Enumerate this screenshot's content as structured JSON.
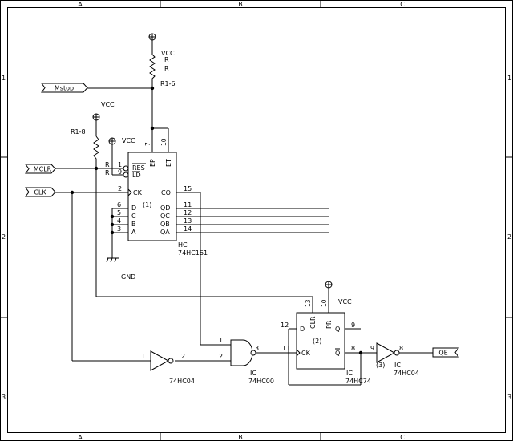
{
  "frame": {
    "columns": [
      "A",
      "B",
      "C"
    ],
    "rows": [
      "1",
      "2",
      "3"
    ]
  },
  "ports": {
    "mstop": "Mstop",
    "mclr": "MCLR",
    "clk": "CLK",
    "qe": "QE"
  },
  "power": {
    "vcc": "VCC",
    "gnd": "GND"
  },
  "resistors": {
    "r16_name": "R1-6",
    "r16_label_a": "R",
    "r16_label_b": "R",
    "r18_name": "R1-8",
    "r_pin_label": "R"
  },
  "counter": {
    "unit": "(1)",
    "ref": "HC",
    "part": "74HC161",
    "pins_left": [
      {
        "num": "1",
        "name": "RES"
      },
      {
        "num": "9",
        "name": "LD"
      },
      {
        "num": "2",
        "name": "CK"
      },
      {
        "num": "6",
        "name": "D"
      },
      {
        "num": "5",
        "name": "C"
      },
      {
        "num": "4",
        "name": "B"
      },
      {
        "num": "3",
        "name": "A"
      }
    ],
    "pins_top": [
      {
        "num": "7",
        "name": "EP"
      },
      {
        "num": "10",
        "name": "ET"
      }
    ],
    "pins_right": [
      {
        "num": "15",
        "name": "CO"
      },
      {
        "num": "11",
        "name": "QD"
      },
      {
        "num": "12",
        "name": "QC"
      },
      {
        "num": "13",
        "name": "QB"
      },
      {
        "num": "14",
        "name": "QA"
      }
    ]
  },
  "inverter1": {
    "in_pin": "1",
    "out_pin": "2",
    "part": "74HC04"
  },
  "nand": {
    "pin1": "1",
    "pin2": "2",
    "pin_out": "3",
    "ref": "IC",
    "part": "74HC00"
  },
  "flipflop": {
    "unit": "(2)",
    "ref": "IC",
    "part": "74HC74",
    "pins": {
      "d": {
        "num": "12",
        "name": "D"
      },
      "clr": {
        "num": "13",
        "name": "CLR"
      },
      "pr": {
        "num": "10",
        "name": "PR"
      },
      "q": {
        "num": "9",
        "name": "Q"
      },
      "ck": {
        "num": "11",
        "name": "CK"
      },
      "qn": {
        "num": "8",
        "name": "Q"
      }
    }
  },
  "inverter2": {
    "unit": "(3)",
    "in_pin": "9",
    "out_pin": "8",
    "ref": "IC",
    "part": "74HC04"
  }
}
